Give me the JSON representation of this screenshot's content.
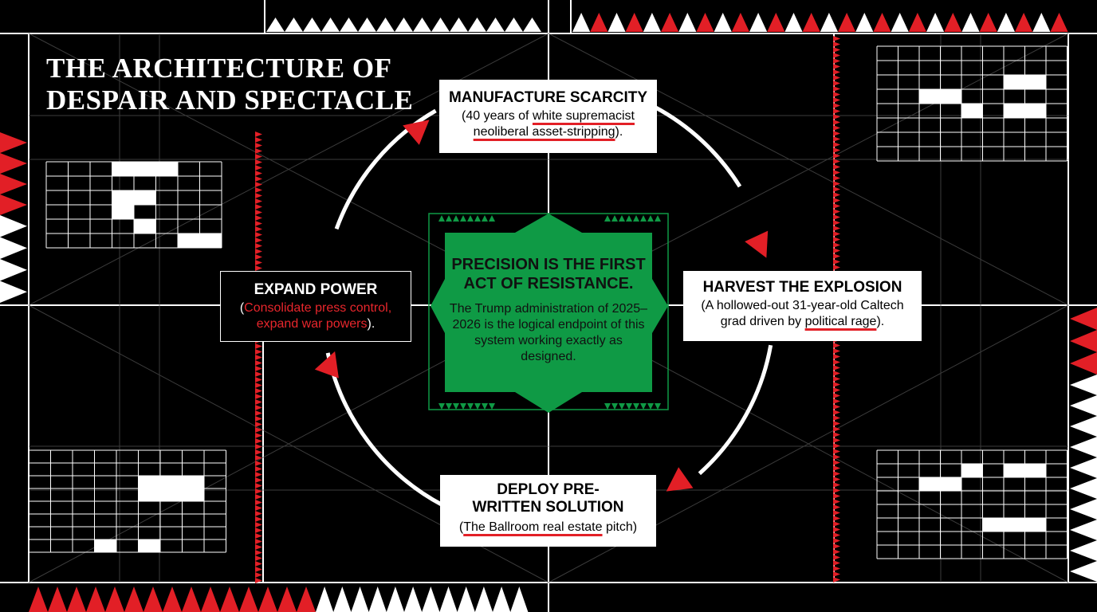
{
  "title": {
    "line1": "THE ARCHITECTURE OF",
    "line2": "DESPAIR AND SPECTACLE"
  },
  "center": {
    "heading": "PRECISION IS THE FIRST ACT OF RESISTANCE.",
    "body": "The Trump administration of 2025–2026 is the logical endpoint of this system working exactly as designed."
  },
  "cycle": {
    "top": {
      "heading": "MANUFACTURE SCARCITY",
      "detail_open": "(40 years of ",
      "detail_highlight": "white supremacist neoliberal asset-stripping",
      "detail_close": ")."
    },
    "right": {
      "heading": "HARVEST THE EXPLOSION",
      "detail_open": "(A hollowed-out 31-year-old Caltech grad driven by ",
      "detail_highlight": "political rage",
      "detail_close": ")."
    },
    "bottom": {
      "heading": "DEPLOY PRE-WRITTEN SOLUTION",
      "detail_open": "(",
      "detail_highlight": "The Ballroom real estate",
      "detail_close": " pitch)"
    },
    "left": {
      "heading": "EXPAND POWER",
      "detail_open": "(",
      "detail_highlight": "Consolidate press control, expand war powers",
      "detail_close": ")."
    }
  },
  "colors": {
    "background": "#000000",
    "accent_red": "#e21f26",
    "center_green": "#0f9a45",
    "line_white": "#ffffff"
  }
}
